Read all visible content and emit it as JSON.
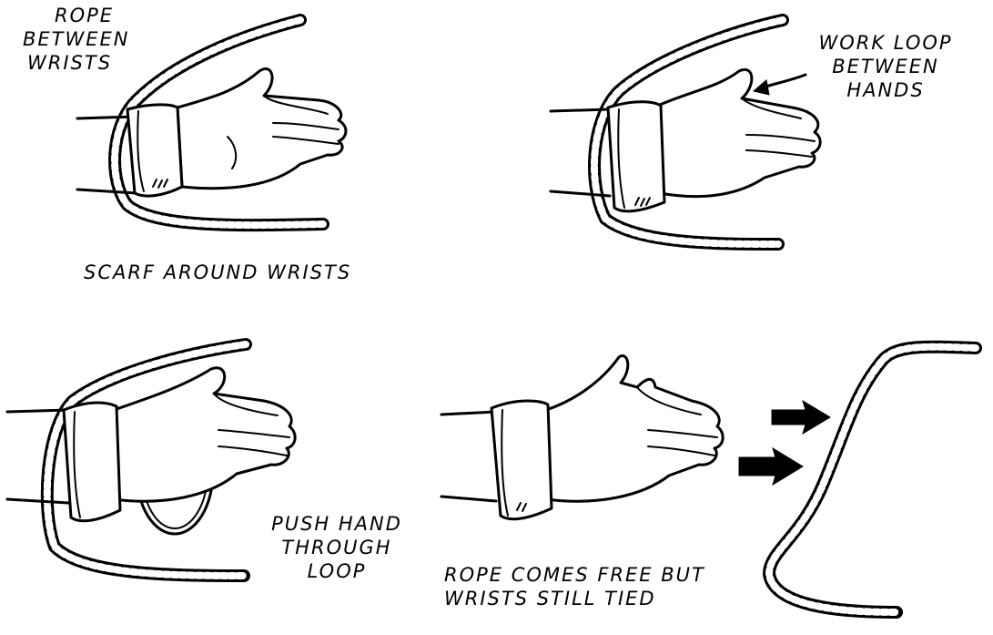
{
  "panels": {
    "top_left": {
      "callout": [
        "ROPE",
        "BETWEEN",
        "WRISTS"
      ],
      "caption": "SCARF AROUND WRISTS"
    },
    "top_right": {
      "callout": [
        "WORK LOOP",
        "BETWEEN",
        "HANDS"
      ]
    },
    "bottom_left": {
      "caption": [
        "PUSH HAND",
        "THROUGH",
        "LOOP"
      ]
    },
    "bottom_middle": {
      "caption": [
        "ROPE COMES FREE BUT",
        "WRISTS STILL TIED"
      ]
    }
  },
  "icons": [
    "arrow-icon",
    "rope-icon",
    "hand-icon",
    "scarf-icon"
  ]
}
